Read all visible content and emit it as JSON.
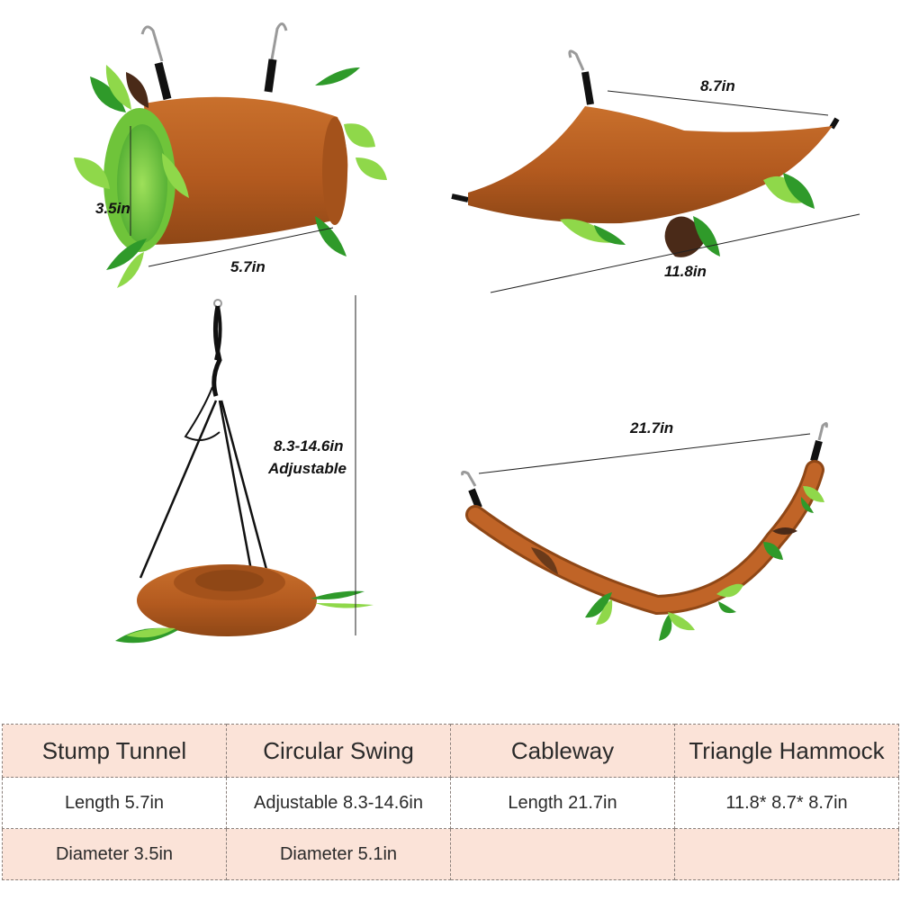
{
  "dimensions": {
    "tunnel_diameter": "3.5in",
    "tunnel_length": "5.7in",
    "hammock_top": "8.7in",
    "hammock_bottom": "11.8in",
    "swing_height": "8.3-14.6in",
    "swing_adjustable": "Adjustable",
    "cableway_length": "21.7in"
  },
  "colors": {
    "fabric": "#b85c22",
    "leaf_light": "#8fd84a",
    "leaf_dark": "#2f9a2a",
    "leaf_brown": "#4a2a18",
    "table_header_bg": "#fbe3d8"
  },
  "table": {
    "headers": [
      "Stump Tunnel",
      "Circular Swing",
      "Cableway",
      "Triangle Hammock"
    ],
    "rows": [
      [
        "Length 5.7in",
        "Adjustable 8.3-14.6in",
        "Length 21.7in",
        "11.8* 8.7* 8.7in"
      ],
      [
        "Diameter 3.5in",
        "Diameter 5.1in",
        "",
        ""
      ]
    ]
  }
}
